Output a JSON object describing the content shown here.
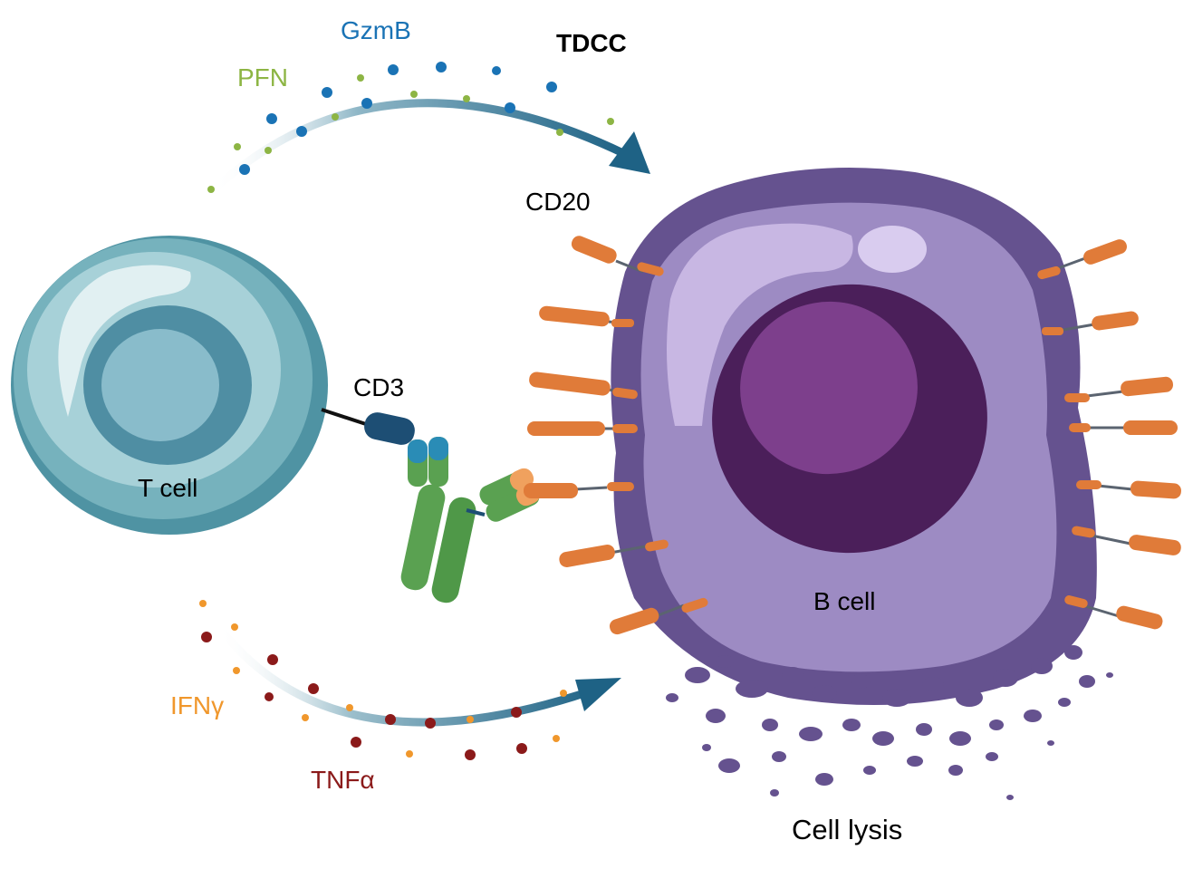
{
  "labels": {
    "gzmb": "GzmB",
    "pfn": "PFN",
    "tdcc": "TDCC",
    "cd20": "CD20",
    "cd3": "CD3",
    "t_cell": "T cell",
    "b_cell": "B cell",
    "ifng": "IFNγ",
    "tnfa": "TNFα",
    "cell_lysis": "Cell lysis"
  },
  "colors": {
    "gzmb": "#1a73b5",
    "pfn": "#8db544",
    "ifng": "#f0972c",
    "tnfa": "#8b1a1a",
    "arrow": "#2b6a8f",
    "t_cell": "#7ab3bd",
    "b_cell_outer": "#65528f",
    "b_cell_inner": "#9d8bc3",
    "nucleus": "#4b1f5a",
    "cd20": "#e07b39",
    "antibody": "#5aa151"
  }
}
